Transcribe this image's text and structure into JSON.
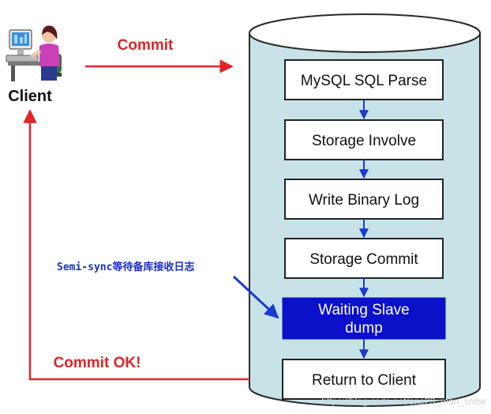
{
  "client": {
    "label": "Client",
    "icon": "client-computer-user-icon"
  },
  "arrows": {
    "commit_label": "Commit",
    "commit_ok_label": "Commit OK!",
    "semi_sync_label": "Semi-sync等待备库接收日志"
  },
  "steps": [
    {
      "label": "MySQL SQL Parse",
      "highlight": false
    },
    {
      "label": "Storage Involve",
      "highlight": false
    },
    {
      "label": "Write Binary Log",
      "highlight": false
    },
    {
      "label": "Storage Commit",
      "highlight": false
    },
    {
      "label": "Waiting Slave dump",
      "label_line1": "Waiting Slave",
      "label_line2": "dump",
      "highlight": true
    },
    {
      "label": "Return to Client",
      "highlight": false
    }
  ],
  "watermark": "https://blog.csdn.net/one23_man_show",
  "colors": {
    "cylinder_fill": "#c7e3e8",
    "cylinder_stroke": "#2a2a2a",
    "arrow_red": "#e0262b",
    "arrow_blue": "#1a3ad0",
    "highlight_fill": "#0b10c9",
    "box_fill": "#ffffff"
  }
}
